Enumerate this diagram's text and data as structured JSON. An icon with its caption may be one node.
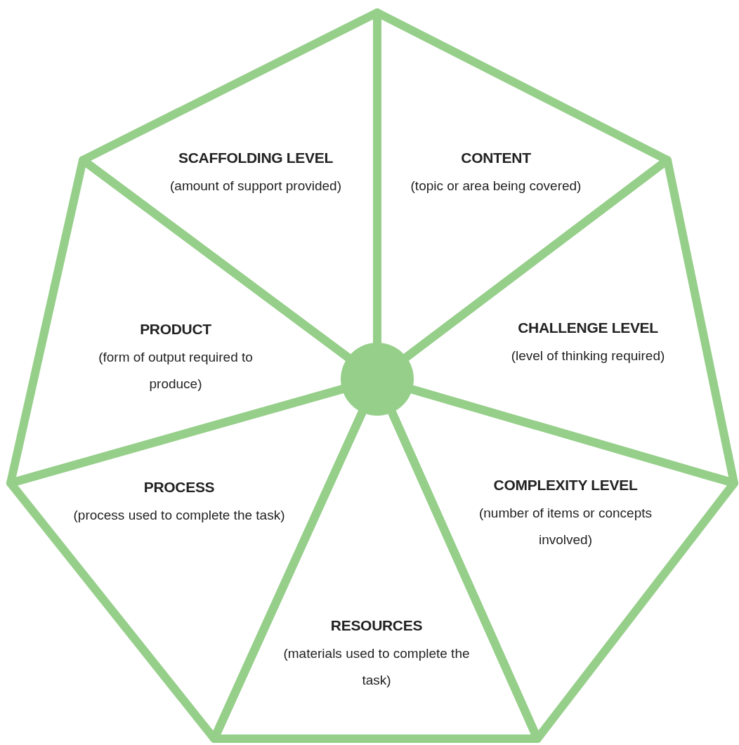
{
  "diagram": {
    "nodes": [
      {
        "text": [
          "SCAFFOLDING LEVEL",
          "(amount of support provided)"
        ]
      },
      {
        "text": [
          "CONTENT",
          "(topic or area being covered)"
        ]
      },
      {
        "text": [
          "PRODUCT",
          "(form of output required to produce)"
        ]
      },
      {
        "text": [
          "CHALLENGE LEVEL",
          "(level of thinking required)"
        ]
      },
      {
        "text": [
          "PROCESS",
          "(process used to complete the task)"
        ]
      },
      {
        "text": [
          "COMPLEXITY LEVEL",
          "(number of items or concepts involved)"
        ]
      },
      {
        "text": [
          "RESOURCES",
          "(materials used to complete the task)"
        ]
      },
      {
        "text": [],
        "shape": "circle"
      }
    ]
  }
}
